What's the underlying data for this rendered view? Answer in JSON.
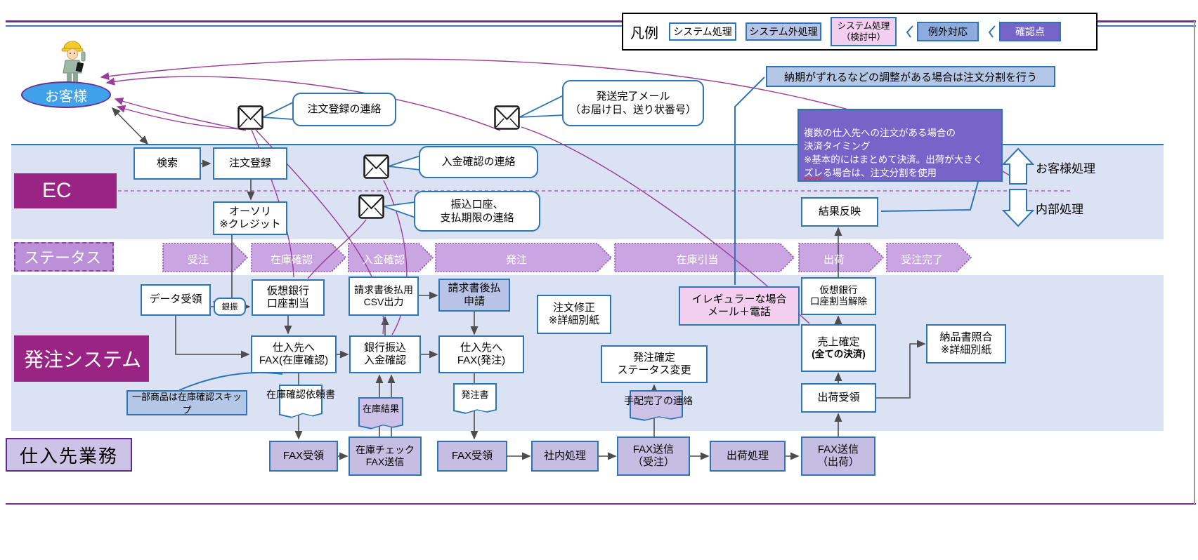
{
  "legend": {
    "title": "凡例",
    "system": "システム処理",
    "non_system": "システム外処理",
    "considering": "システム処理\n（検討中）",
    "exception": "例外対応",
    "checkpoint": "確認点"
  },
  "actors": {
    "customer": "お客様"
  },
  "lanes": {
    "ec": "EC",
    "status": "ステータス",
    "order_system": "発注システム",
    "supplier": "仕入先業務"
  },
  "side_labels": {
    "customer_proc": "お客様処理",
    "internal_proc": "内部処理"
  },
  "status_steps": [
    "受注",
    "在庫確認",
    "入金確認",
    "発注",
    "在庫引当",
    "出荷",
    "受注完了"
  ],
  "callouts": {
    "order_reg": "注文登録の連絡",
    "ship_done": "発送完了メール\n（お届け日、送り状番号）",
    "payment": "入金確認の連絡",
    "bank": "振込口座、\n支払期限の連絡"
  },
  "notes": {
    "delivery_shift": "納期がずれるなどの調整がある場合は注文分割を行う",
    "multi_head": "複数の仕入先への注文がある場合の\n決済タイミング\n※基本的にはまとめて決済。出荷が大きく\n",
    "multi_wavy": "ズレ",
    "multi_tail": "る場合は、注文分割を使用",
    "skip_stock": "一部商品は在庫確認スキップ",
    "irregular": "イレギュラーな場合\nメール＋電話"
  },
  "nodes": {
    "search": "検索",
    "order_reg": "注文登録",
    "authori": "オーソリ\n※クレジット",
    "result_reflect": "結果反映",
    "data_receive": "データ受領",
    "transfer_tag": "銀振",
    "virtual_bank_assign": "仮想銀行\n口座割当",
    "csv_output": "請求書後払用\nCSV出力",
    "invoice_apply": "請求書後払\n申請",
    "order_fix": "注文修正\n※詳細別紙",
    "virtual_bank_release": "仮想銀行\n口座割当解除",
    "fax_stock": "仕入先へ\nFAX(在庫確認)",
    "bank_confirm": "銀行振込\n入金確認",
    "fax_order": "仕入先へ\nFAX(発注)",
    "order_confirm": "発注確定\nステータス変更",
    "sales_confirm": "売上確定",
    "sales_confirm_sub": "(全ての決済)",
    "delivery_check": "納品書照合\n※詳細別紙",
    "ship_receive": "出荷受領",
    "fax_receive1": "FAX受領",
    "stock_check_fax": "在庫チェック\nFAX送信",
    "fax_receive2": "FAX受領",
    "internal_proc_box": "社内処理",
    "fax_send_order": "FAX送信\n（受注）",
    "ship_proc": "出荷処理",
    "fax_send_ship": "FAX送信\n（出荷）"
  },
  "docs": {
    "stock_request": "在庫確認依頼書",
    "stock_result": "在庫結果",
    "order_sheet": "発注書",
    "arrange_done": "手配完了の連絡"
  },
  "colors": {
    "accent_magenta": "#9A2483",
    "lane_bg": "#DBE2F4",
    "box_border": "#2E75B6",
    "non_system": "#B9C3E6",
    "supplier_box": "#C5BEE2",
    "considering_pink": "#F2CEEF",
    "checkpoint_purple": "#7764C9",
    "exception_blue": "#8FAADC",
    "status_arrow": "#C9A6E1",
    "flow_purple": "#9A3C9A",
    "line_purple": "#7030A0",
    "line_blue": "#4472C4"
  }
}
